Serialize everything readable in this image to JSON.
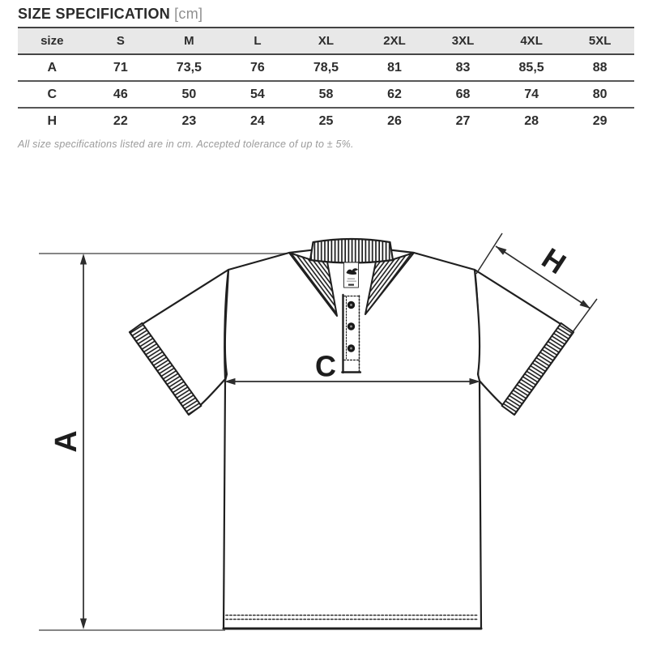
{
  "title": {
    "text": "SIZE SPECIFICATION",
    "unit": "[cm]"
  },
  "table": {
    "corner_header": "size",
    "columns": [
      "S",
      "M",
      "L",
      "XL",
      "2XL",
      "3XL",
      "4XL",
      "5XL"
    ],
    "rows": [
      {
        "label": "A",
        "values": [
          "71",
          "73,5",
          "76",
          "78,5",
          "81",
          "83",
          "85,5",
          "88"
        ]
      },
      {
        "label": "C",
        "values": [
          "46",
          "50",
          "54",
          "58",
          "62",
          "68",
          "74",
          "80"
        ]
      },
      {
        "label": "H",
        "values": [
          "22",
          "23",
          "24",
          "25",
          "26",
          "27",
          "28",
          "29"
        ]
      }
    ]
  },
  "footnote": "All size specifications listed are in cm. Accepted tolerance of up to ± 5%.",
  "diagram": {
    "dimension_labels": {
      "total_length": "A",
      "chest_width": "C",
      "sleeve_length": "H"
    }
  },
  "colors": {
    "header_bg": "#e8e8e8",
    "table_border": "#4a4a4a",
    "text": "#2d2d2d",
    "muted": "#9b9b9b",
    "line_art": "#1f1f1f",
    "extension_line": "#868686"
  }
}
